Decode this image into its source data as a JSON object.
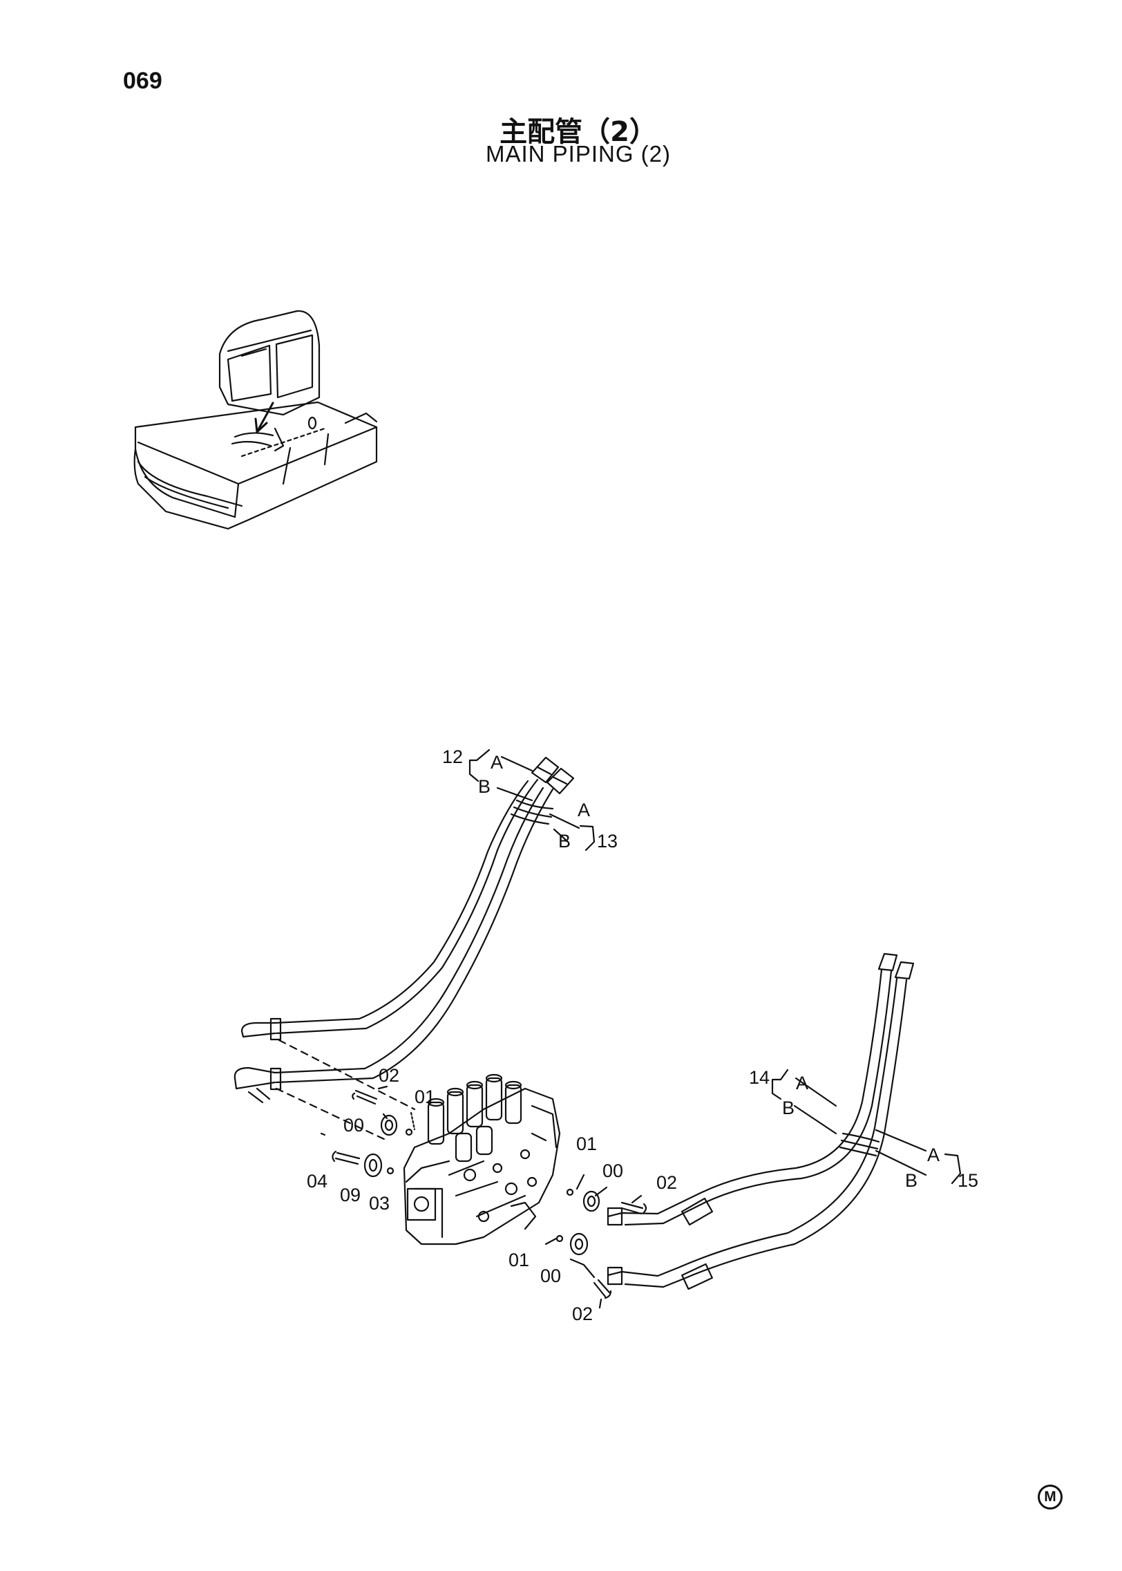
{
  "page_number": "069",
  "title_jp": "主配管（2）",
  "title_en": "MAIN PIPING (2)",
  "corner_mark": "M",
  "callouts": {
    "hose_12": "12",
    "hose_13": "13",
    "hose_14": "14",
    "hose_15": "15",
    "end_a_12": "A",
    "end_b_12": "B",
    "end_a_13": "A",
    "end_b_13": "B",
    "end_a_14": "A",
    "end_b_14": "B",
    "end_a_15": "A",
    "end_b_15": "B",
    "bolt_02_top": "02",
    "ring_01_top": "01",
    "flange_00_top": "00",
    "bolt_04": "04",
    "flange_09": "09",
    "ring_03": "03",
    "ring_01_right": "01",
    "flange_00_right": "00",
    "bolt_02_right": "02",
    "ring_01_bottom": "01",
    "flange_00_bottom": "00",
    "bolt_02_bottom": "02"
  },
  "icons": [
    "excavator-locator-icon",
    "control-valve-icon",
    "hydraulic-hose-icon",
    "flange-icon",
    "bolt-icon",
    "o-ring-icon"
  ]
}
